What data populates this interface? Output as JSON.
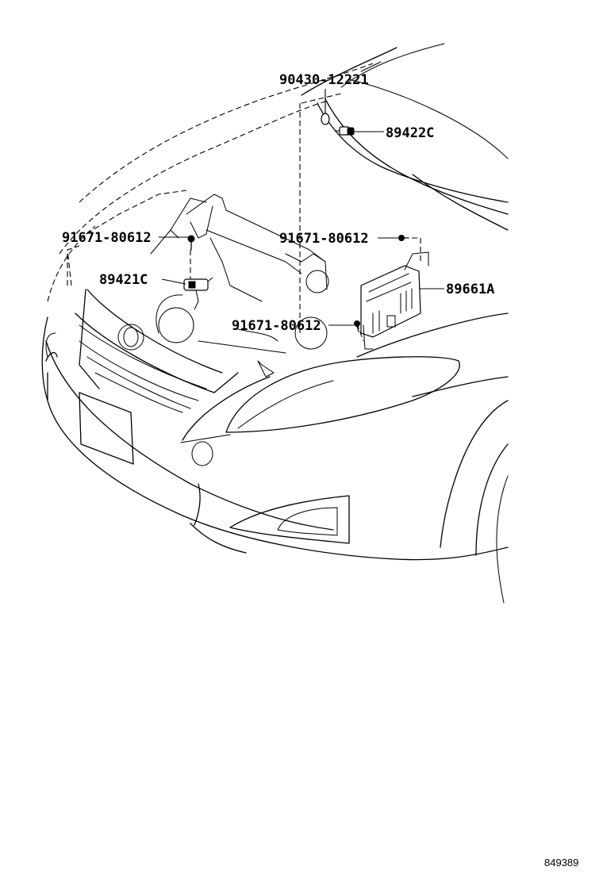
{
  "diagram": {
    "callouts": [
      {
        "id": "clip",
        "label": "90430-12221"
      },
      {
        "id": "hood-sensor",
        "label": "89422C"
      },
      {
        "id": "bolt-left",
        "label": "91671-80612"
      },
      {
        "id": "bolt-right",
        "label": "91671-80612"
      },
      {
        "id": "horn-sensor",
        "label": "89421C"
      },
      {
        "id": "ecu",
        "label": "89661A"
      },
      {
        "id": "bolt-lower",
        "label": "91671-80612"
      }
    ],
    "reference_number": "849389"
  }
}
